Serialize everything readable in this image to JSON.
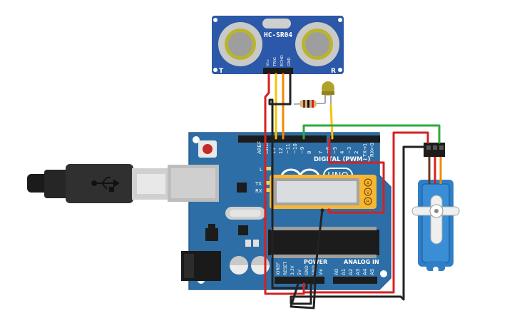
{
  "sensor": {
    "model": "HC-SR04",
    "left_mark": "T",
    "right_mark": "R",
    "pins": [
      "Vcc",
      "TRIG",
      "ECHO",
      "GND"
    ]
  },
  "arduino": {
    "logo": "UNO",
    "aref": "AREF",
    "gnd": "GND",
    "top_pins": [
      "13",
      "12",
      "~11",
      "~10",
      "~9",
      "8",
      "7",
      "~6",
      "~5",
      "4",
      "~3",
      "2",
      "TX→1",
      "RX←0"
    ],
    "digital_label": "DIGITAL (PWM~)",
    "led_labels": [
      "L",
      "TX",
      "RX"
    ],
    "power_label": "POWER",
    "analog_label": "ANALOG IN",
    "power_pins": [
      "IOREF",
      "RESET",
      "3.3V",
      "5V",
      "GND",
      "GND",
      "Vin"
    ],
    "analog_pins": [
      "A0",
      "A1",
      "A2",
      "A3",
      "A4",
      "A5"
    ]
  },
  "display": {
    "buttons": [
      "A",
      "V",
      "R"
    ]
  },
  "colors": {
    "board": "#2e6ea6",
    "sensor": "#2b58a8",
    "wire_red": "#d62020",
    "wire_black": "#222222",
    "wire_yellow": "#f4c400",
    "wire_orange": "#f08a00",
    "wire_green": "#2cab3c",
    "display": "#f7b733",
    "servo": "#2f7fc7"
  },
  "icons": {
    "usb": "usb-icon"
  }
}
